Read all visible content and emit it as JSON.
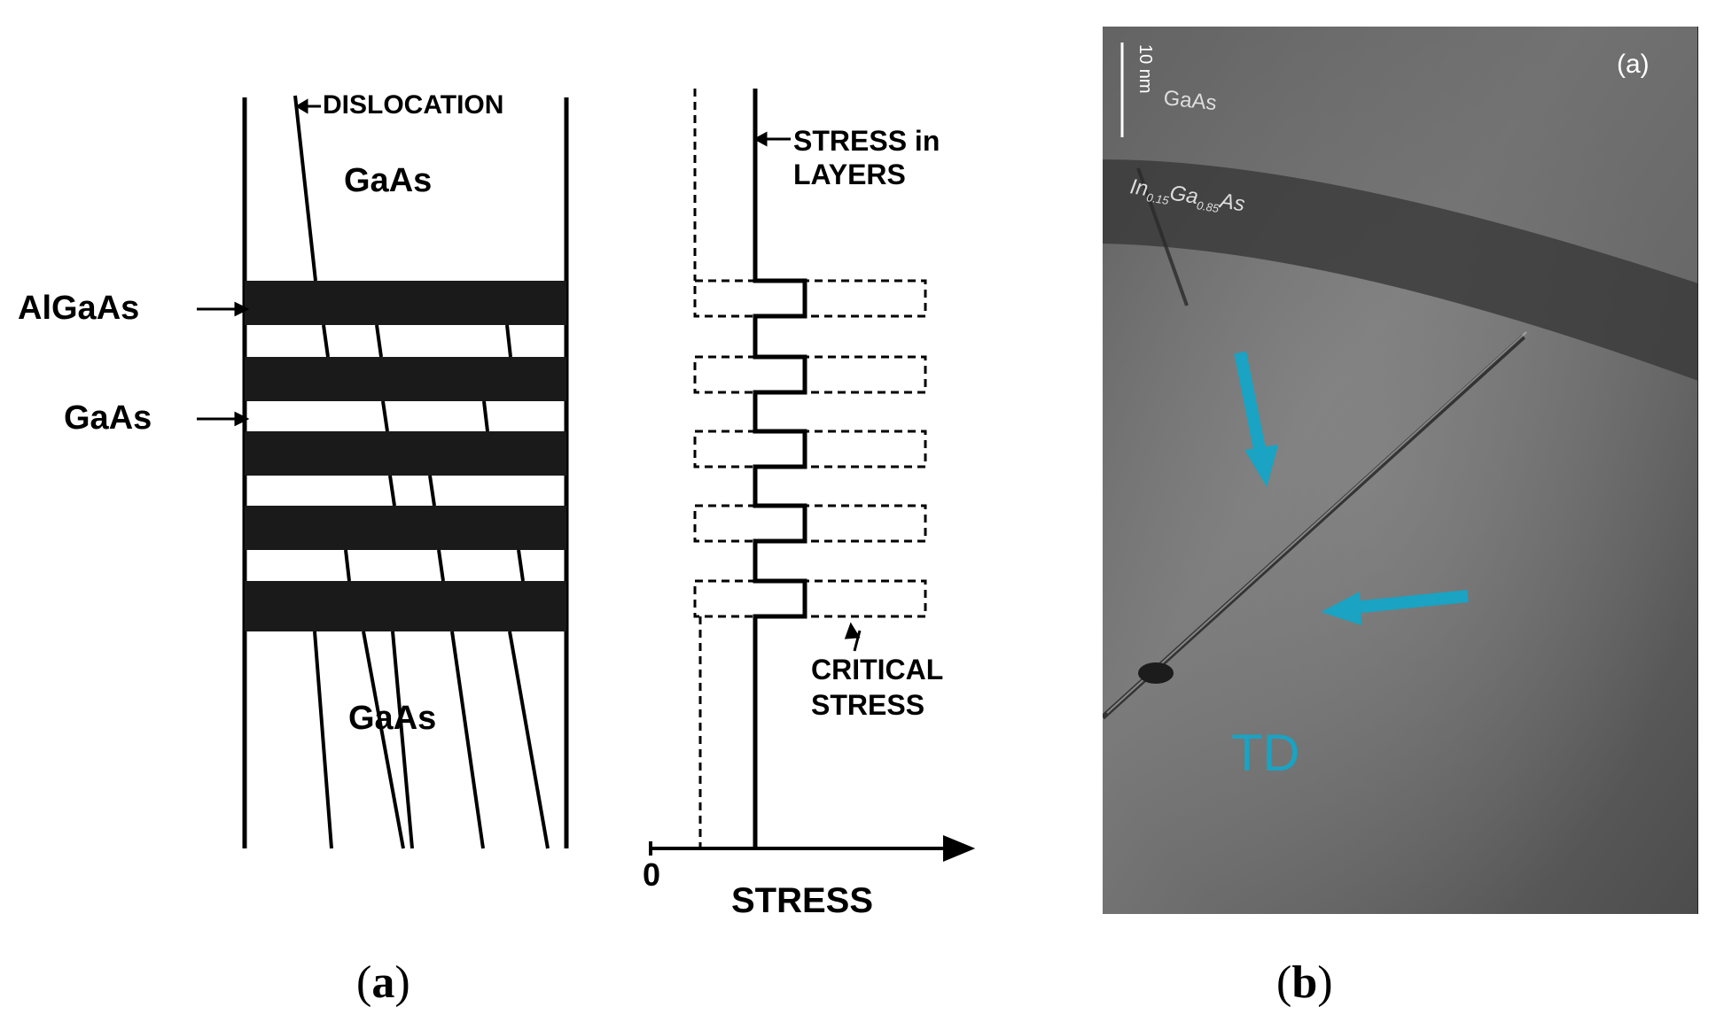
{
  "panel_a": {
    "caption_letter": "a",
    "labels": {
      "dislocation": "DISLOCATION",
      "gaas_top": "GaAs",
      "algaas": "AlGaAs",
      "gaas_side": "GaAs",
      "gaas_bottom": "GaAs",
      "stress_line1": "STRESS in",
      "stress_line2": "LAYERS",
      "critical_line1": "CRITICAL",
      "critical_line2": "STRESS",
      "axis_zero": "0",
      "axis_label": "STRESS"
    }
  },
  "panel_b": {
    "caption_letter": "b",
    "labels": {
      "inset_tag": "(a)",
      "scale_bar": "10 nm",
      "gaas": "GaAs",
      "ingaas_prefix": "In",
      "ingaas_sub1": "0.15",
      "ingaas_mid": "Ga",
      "ingaas_sub2": "0.85",
      "ingaas_suffix": "As",
      "td": "TD"
    },
    "colors": {
      "arrow": "#1aa3c2",
      "td_text": "#1aa3c2"
    }
  }
}
